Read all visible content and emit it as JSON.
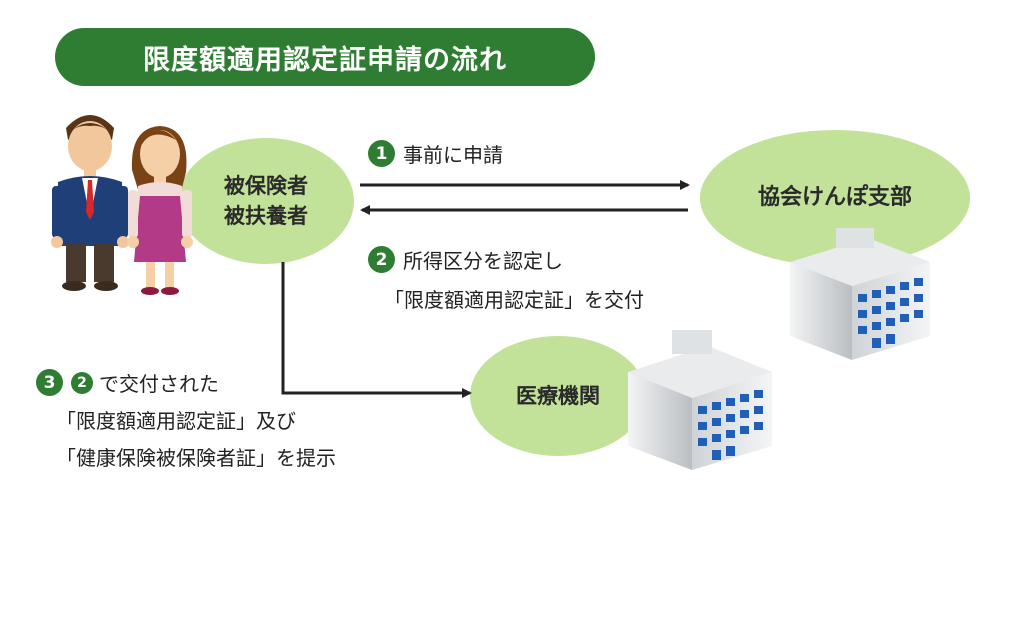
{
  "title": "限度額適用認定証申請の流れ",
  "nodes": {
    "insured": [
      "被保険者",
      "被扶養者"
    ],
    "branch": "協会けんぽ支部",
    "medical": "医療機関"
  },
  "steps": {
    "step1": {
      "num": "1",
      "text": "事前に申請"
    },
    "step2": {
      "num": "2",
      "line1": "所得区分を認定し",
      "line2": "「限度額適用認定証」を交付"
    },
    "step3": {
      "num": "3",
      "ref": "2",
      "line1": "で交付された",
      "line2": "「限度額適用認定証」及び",
      "line3": "「健康保険被保険者証」を提示"
    }
  },
  "colors": {
    "green": "#2e7d32",
    "ellipse": "#c2e29a"
  }
}
